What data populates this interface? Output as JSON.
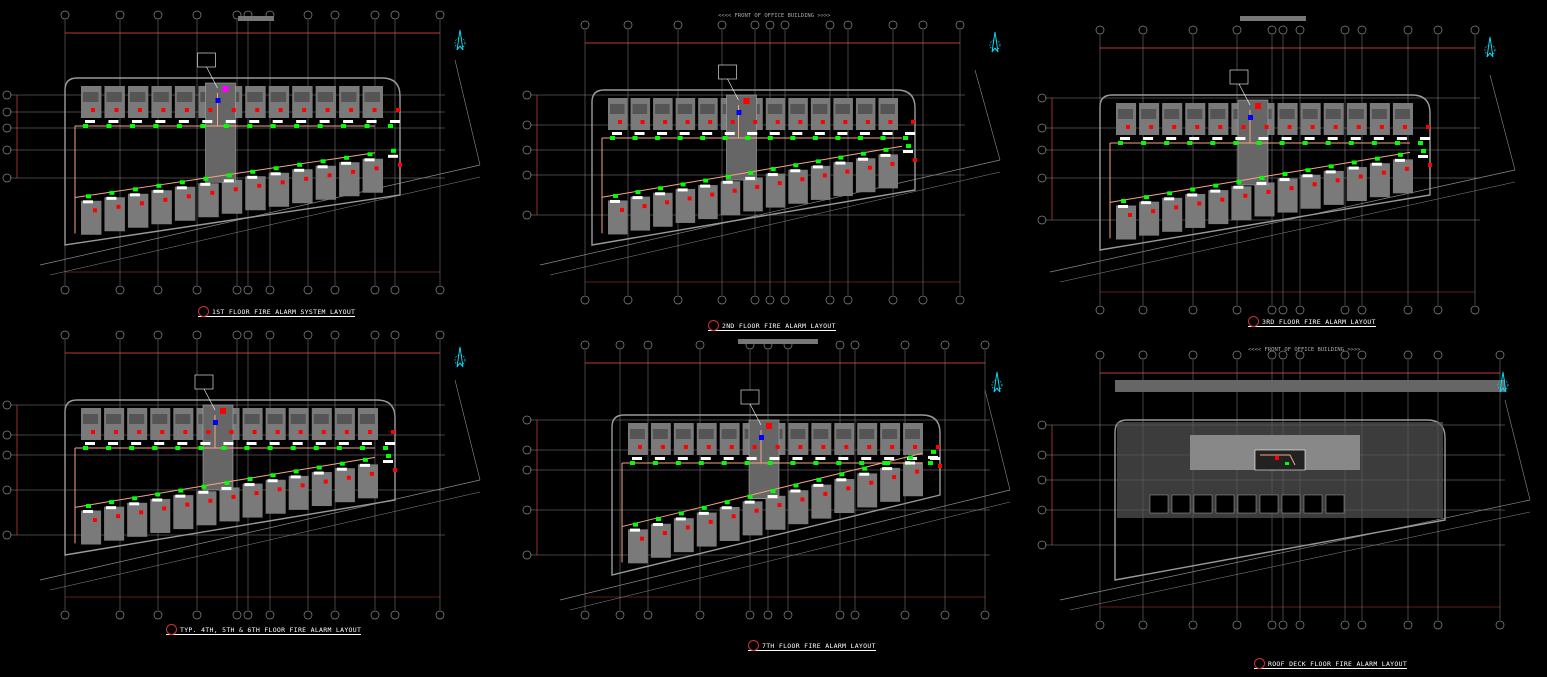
{
  "drawing": {
    "background": "#000000",
    "colors": {
      "grid": "#8a8a8a",
      "wall": "#9a9a9a",
      "room_fill": "#7a7a7a",
      "dimension": "#c0392b",
      "alarm_cable": "#f4a582",
      "device_red": "#ff0000",
      "device_green": "#00ff00",
      "device_blue": "#0000ff",
      "north_arrow": "#00e5ff"
    },
    "north_arrow_icon": "north-arrow-icon",
    "plans": [
      {
        "title": "1ST FLOOR FIRE ALARM SYSTEM LAYOUT",
        "top_note": ""
      },
      {
        "title": "2ND FLOOR FIRE ALARM LAYOUT",
        "top_note": "<<<< FRONT OF OFFICE BUILDING >>>>"
      },
      {
        "title": "3RD FLOOR FIRE ALARM LAYOUT",
        "top_note": ""
      },
      {
        "title": "TYP. 4TH, 5TH & 6TH FLOOR FIRE ALARM LAYOUT",
        "top_note": ""
      },
      {
        "title": "7TH FLOOR FIRE ALARM LAYOUT",
        "top_note": ""
      },
      {
        "title": "ROOF DECK FLOOR FIRE ALARM LAYOUT",
        "top_note": "<<<< FRONT OF OFFICE BUILDING >>>>"
      }
    ]
  }
}
